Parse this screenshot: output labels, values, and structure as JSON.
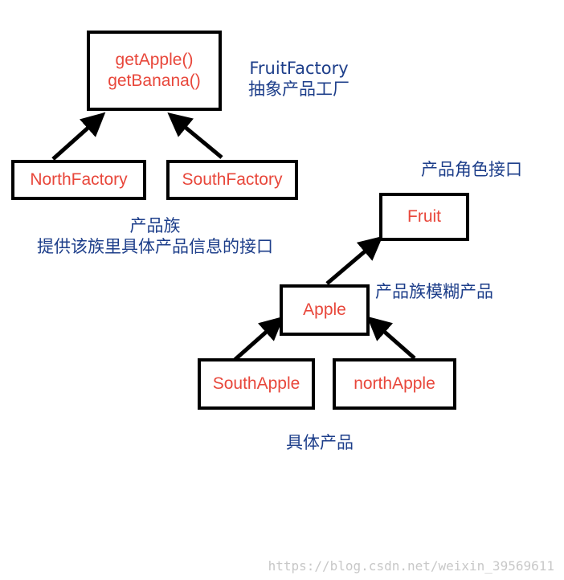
{
  "colors": {
    "box_text": "#e8473b",
    "note_text": "#1d3e8a",
    "stroke": "#000000"
  },
  "factory_box": {
    "line1": "getApple()",
    "line2": "getBanana()"
  },
  "factory_label": {
    "name": "FruitFactory",
    "desc": "抽象产品工厂"
  },
  "north_factory": "NorthFactory",
  "south_factory": "SouthFactory",
  "family_label": {
    "line1": "产品族",
    "line2": "提供该族里具体产品信息的接口"
  },
  "role_label": "产品角色接口",
  "fruit_box": "Fruit",
  "fuzzy_label": "产品族模糊产品",
  "apple_box": "Apple",
  "south_apple": "SouthApple",
  "north_apple": "northApple",
  "concrete_label": "具体产品",
  "watermark": "https://blog.csdn.net/weixin_39569611"
}
